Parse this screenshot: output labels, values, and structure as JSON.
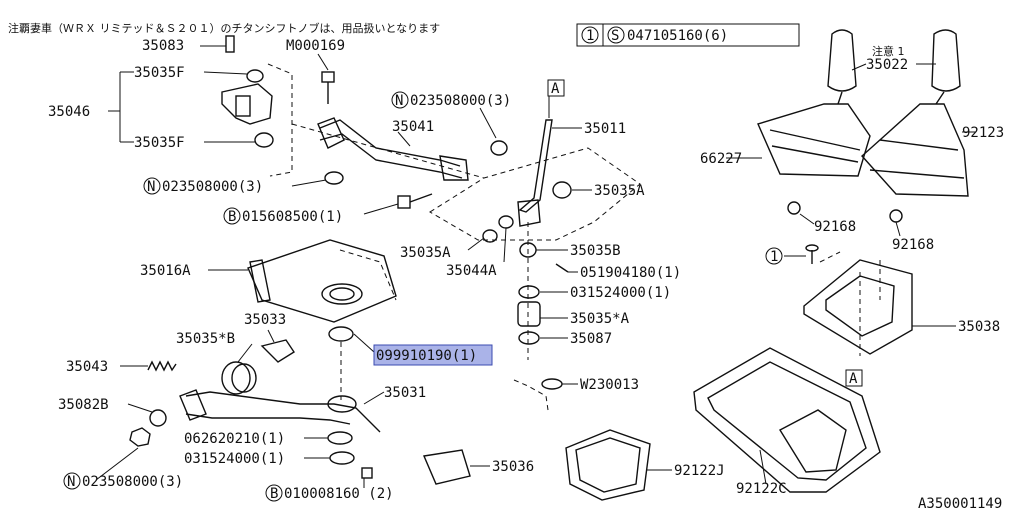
{
  "header_note": "注覇妻車（ＷＲＸ リミテッド＆Ｓ２０１）のチタンシフトノブは、用品扱いとなります",
  "ref_box": {
    "circle": "1",
    "s_mark": "S",
    "code": "047105160(6)"
  },
  "note1": "注意 1",
  "figure_id": "A350001149",
  "highlight": "099910190(1)",
  "labels": {
    "p35083": "35083",
    "pM000169": "M000169",
    "p35035F_top": "35035F",
    "p35046": "35046",
    "p35035F_bot": "35035F",
    "pN023508000_a": "023508000(3)",
    "pN023508000_b": "023508000(3)",
    "p35041": "35041",
    "pB015608500": "015608500(1)",
    "p35011": "35011",
    "p35035A_r": "35035A",
    "p35035A_l": "35035A",
    "p35044A": "35044A",
    "p35035B": "35035B",
    "p051904180": "051904180(1)",
    "p031524000_a": "031524000(1)",
    "p35035starA": "35035*A",
    "p35087": "35087",
    "p35016A": "35016A",
    "p35033": "35033",
    "p35035starB": "35035*B",
    "p35043": "35043",
    "p35082B": "35082B",
    "pN023508000_c": "023508000(3)",
    "p35031": "35031",
    "p062620210": "062620210(1)",
    "p031524000_b": "031524000(1)",
    "p35036": "35036",
    "pB010008160": "010008160 (2)",
    "pW230013": "W230013",
    "p35022": "35022",
    "p66227": "66227",
    "p92123": "92123",
    "p92168_l": "92168",
    "p92168_r": "92168",
    "p35038": "35038",
    "p92122J": "92122J",
    "p92122C": "92122C",
    "circle1": "1",
    "markA_top": "A",
    "markA_bot": "A",
    "markN": "N",
    "markB": "B"
  }
}
